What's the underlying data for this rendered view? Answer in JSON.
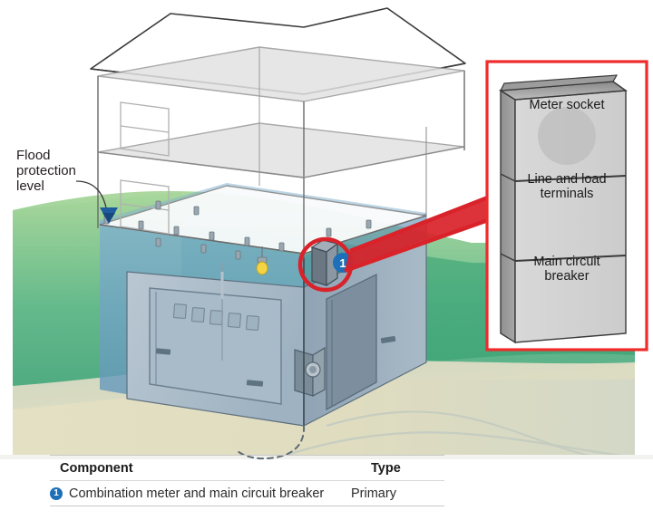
{
  "figure": {
    "type": "isometric-cutaway-illustration",
    "subject": "Residential building with combination meter and main circuit breaker elevated above flood protection level",
    "background_color": "#ffffff"
  },
  "annotations": {
    "flood_level": {
      "label_lines": [
        "Flood",
        "protection",
        "level"
      ],
      "label_text": "Flood protection level",
      "marker": "blue-down-arrow",
      "marker_color": "#1f5c9e",
      "leader": "curved-line"
    },
    "callout_marker": {
      "number": "1",
      "badge_color": "#1d6fb8",
      "circle_color": "#d92229",
      "leader_color": "#d92229"
    }
  },
  "callout_panel": {
    "border_color": "#ef2b2b",
    "background": "#ffffff",
    "device": "combination meter and main circuit breaker cabinet",
    "sections": [
      {
        "id": "meter-socket",
        "label_lines": [
          "Meter",
          "socket"
        ],
        "label_text": "Meter socket"
      },
      {
        "id": "line-load",
        "label_lines": [
          "Line and",
          "load",
          "terminals"
        ],
        "label_text": "Line and load terminals"
      },
      {
        "id": "main-breaker",
        "label_lines": [
          "Main",
          "circuit",
          "breaker"
        ],
        "label_text": "Main circuit breaker"
      }
    ]
  },
  "scene_elements": {
    "house": {
      "levels": [
        "roof",
        "attic floor",
        "second floor",
        "first floor",
        "basement / garage level"
      ],
      "windows": 2,
      "garage_door": true,
      "entry_door": true,
      "ceiling_light": "hanging bulb",
      "exterior_meter_box": true,
      "underground_conduit": "dashed line"
    },
    "terrain": {
      "grass_color": "#3aa76d",
      "soil_color": "#d9d6b4",
      "flood_water_color": "#6f9fc4"
    }
  },
  "legend": {
    "columns": [
      "Component",
      "Type"
    ],
    "rows": [
      {
        "number": "1",
        "component": "Combination meter and main circuit breaker",
        "type": "Primary"
      }
    ]
  },
  "colors": {
    "red_accent": "#d92229",
    "blue_accent": "#1d6fb8",
    "text": "#231f20"
  }
}
